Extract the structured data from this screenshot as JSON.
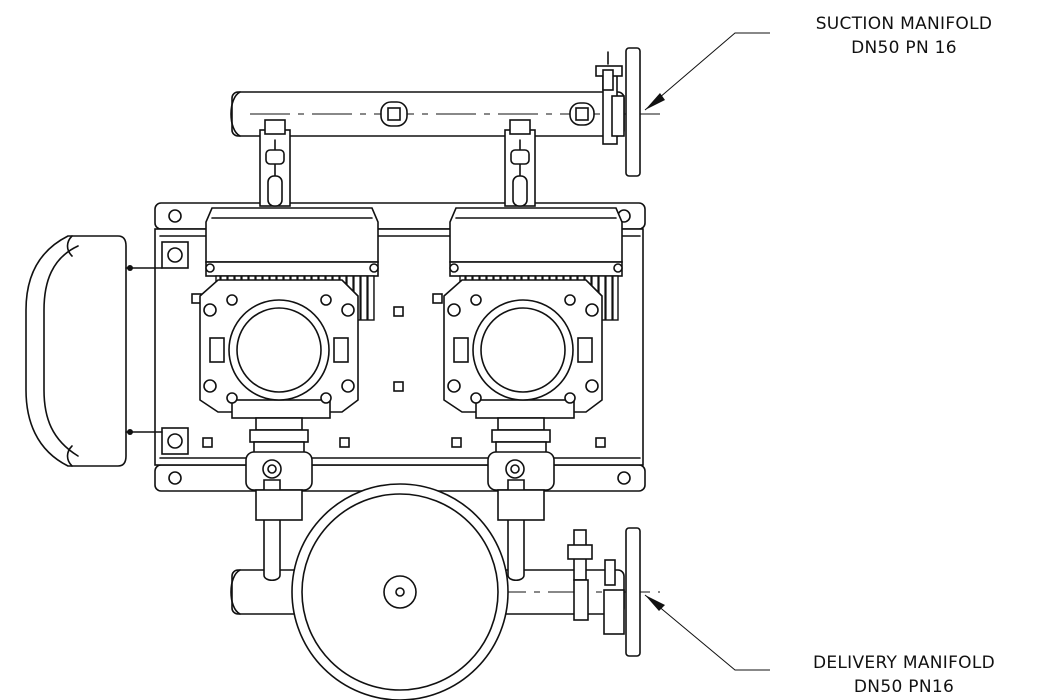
{
  "callouts": {
    "suction": {
      "line1": "SUCTION MANIFOLD",
      "line2": "DN50 PN 16"
    },
    "delivery": {
      "line1": "DELIVERY MANIFOLD",
      "line2": "DN50 PN16"
    }
  },
  "colors": {
    "line": "#111111",
    "background": "#ffffff"
  }
}
